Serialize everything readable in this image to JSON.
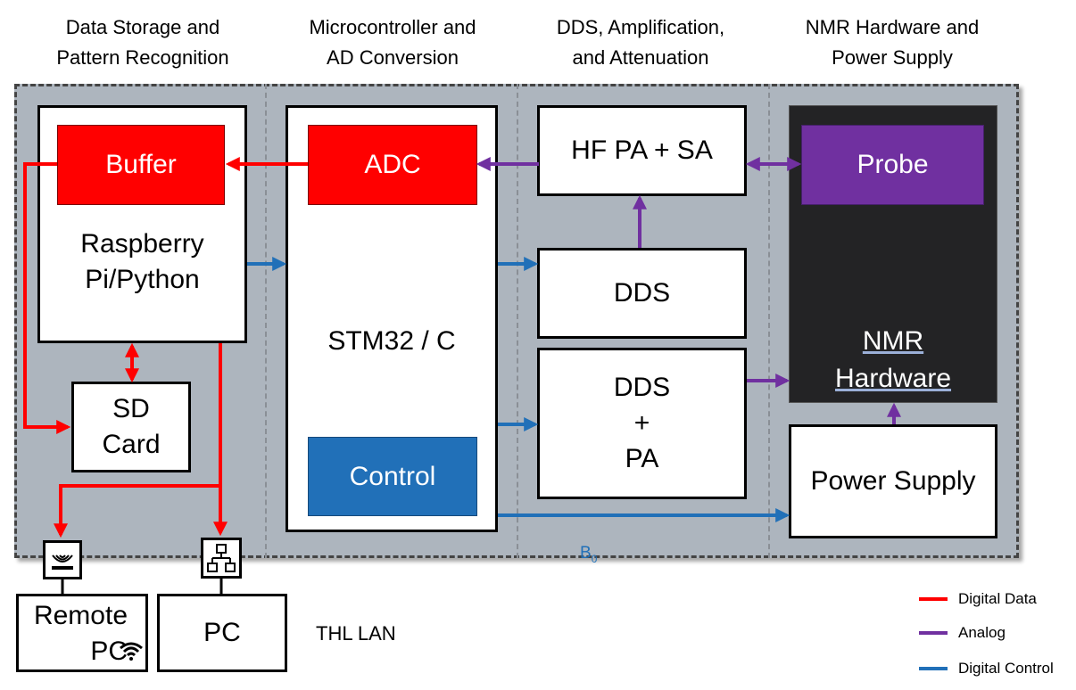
{
  "headers": [
    "Data Storage and\nPattern Recognition",
    "Microcontroller and\nAD Conversion",
    "DDS, Amplification,\nand Attenuation",
    "NMR Hardware and\nPower Supply"
  ],
  "blocks": {
    "buffer": "Buffer",
    "raspberry": "Raspberry\nPi/Python",
    "sd_card": "SD\nCard",
    "adc": "ADC",
    "stm32": "STM32 / C",
    "control": "Control",
    "hf_pa_sa": "HF PA + SA",
    "dds": "DDS",
    "dds_pa": "DDS\n+\nPA",
    "probe": "Probe",
    "nmr_hardware": "NMR\nHardware",
    "power_supply": "Power Supply",
    "remote_pc": "Remote\nPC",
    "pc": "PC"
  },
  "labels": {
    "b0": "B",
    "b0_sub": "0",
    "thl_lan": "THL LAN"
  },
  "legend": [
    {
      "label": "Digital Data",
      "color": "#ff0000"
    },
    {
      "label": "Analog",
      "color": "#7030a0"
    },
    {
      "label": "Digital Control",
      "color": "#2170b8"
    }
  ],
  "icons": {
    "wifi_antenna": "wifi-antenna-icon",
    "lan_network": "network-icon",
    "wifi": "wifi-icon"
  },
  "colors": {
    "panel": "#adb5be",
    "digital_data": "#ff0000",
    "analog": "#7030a0",
    "digital_control": "#2170b8",
    "nmr_dark": "#232325"
  }
}
